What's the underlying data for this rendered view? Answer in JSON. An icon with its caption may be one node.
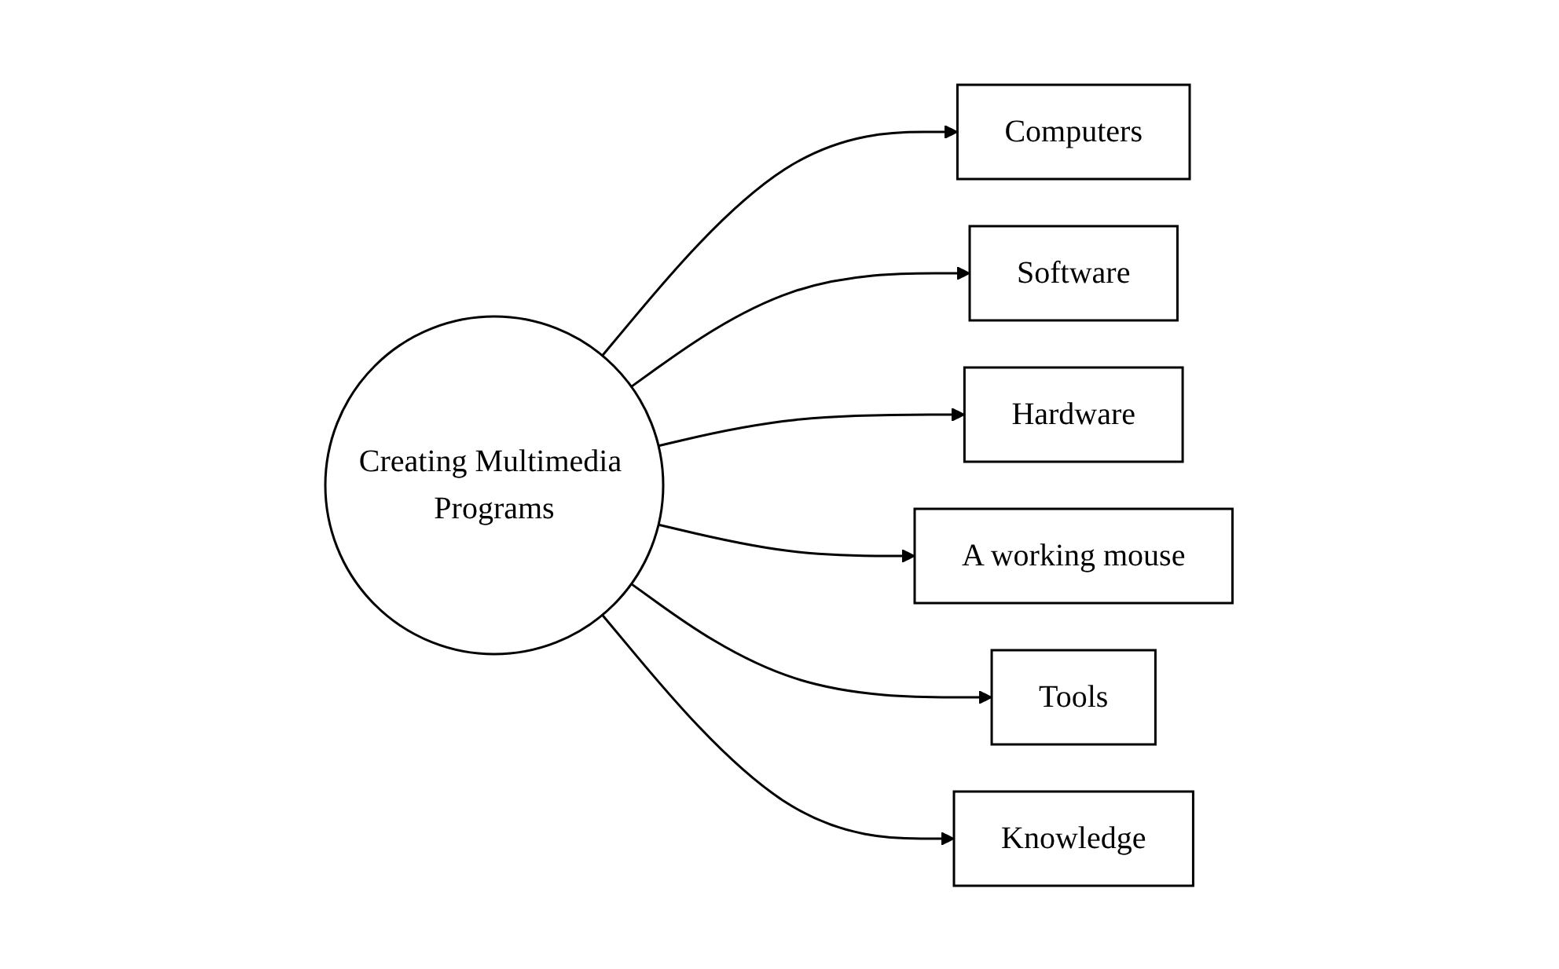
{
  "diagram": {
    "nodes": [
      {
        "text": [
          "Creating Multimedia Programs"
        ]
      },
      {
        "text": [
          "Computers"
        ]
      },
      {
        "text": [
          "Software"
        ]
      },
      {
        "text": [
          "Hardware"
        ]
      },
      {
        "text": [
          "A working mouse"
        ]
      },
      {
        "text": [
          "Tools"
        ]
      },
      {
        "text": [
          "Knowledge"
        ]
      }
    ],
    "edges": [
      {
        "from": 0,
        "to": 1,
        "arrow": "to"
      },
      {
        "from": 0,
        "to": 2,
        "arrow": "to"
      },
      {
        "from": 0,
        "to": 3,
        "arrow": "to"
      },
      {
        "from": 0,
        "to": 4,
        "arrow": "to"
      },
      {
        "from": 0,
        "to": 5,
        "arrow": "to"
      },
      {
        "from": 0,
        "to": 6,
        "arrow": "to"
      }
    ]
  }
}
